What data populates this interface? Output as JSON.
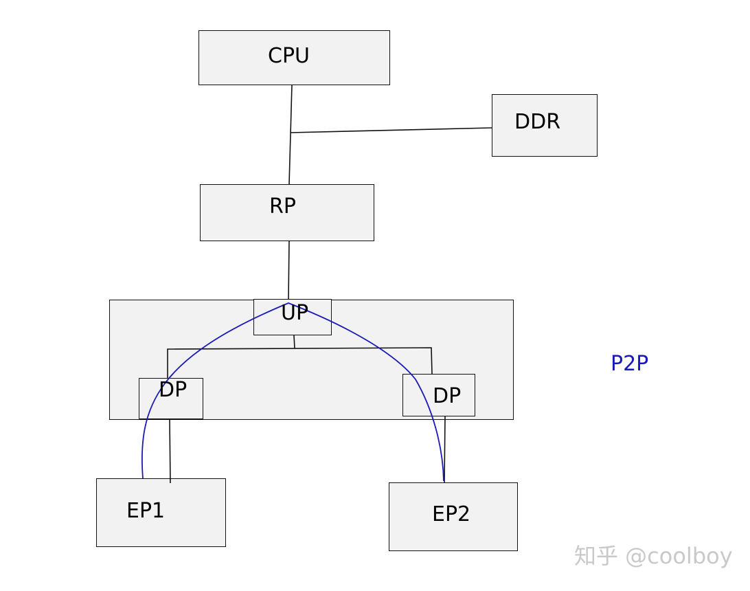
{
  "nodes": {
    "cpu": "CPU",
    "ddr": "DDR",
    "rp": "RP",
    "up": "UP",
    "dp_left": "DP",
    "dp_right": "DP",
    "ep1": "EP1",
    "ep2": "EP2"
  },
  "annotation": "P2P",
  "watermark": "知乎 @coolboy",
  "colors": {
    "box_fill": "#f2f2f2",
    "line": "#111111",
    "p2p_path": "#1a1ab8"
  }
}
